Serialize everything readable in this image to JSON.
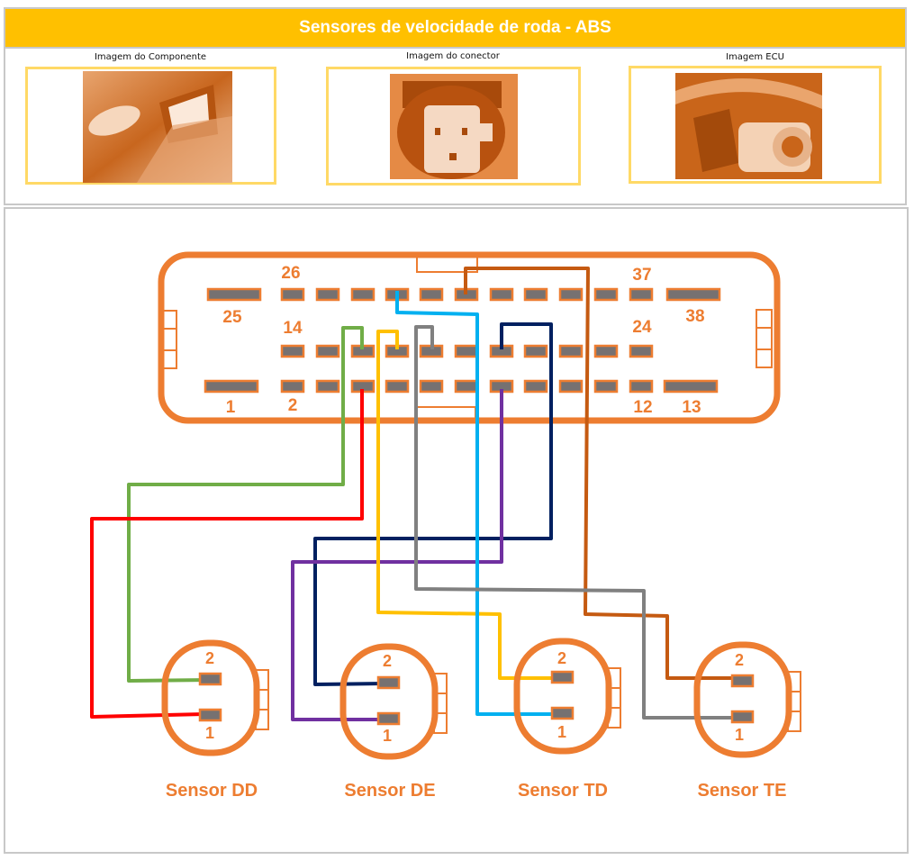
{
  "header": {
    "title": "Sensores de velocidade de roda - ABS"
  },
  "images": [
    {
      "label": "Imagem do Componente",
      "icon": "wheel-speed-sensor-photo"
    },
    {
      "label": "Imagem do conector",
      "icon": "connector-photo"
    },
    {
      "label": "Imagem ECU",
      "icon": "ecu-photo"
    }
  ],
  "colors": {
    "accent": "#ffc000",
    "outline": "#ed7d31",
    "pin": "#767171",
    "image_border": "#ffd966"
  },
  "ecu_connector": {
    "pin_labels": [
      "26",
      "37",
      "25",
      "38",
      "14",
      "24",
      "1",
      "2",
      "12",
      "13"
    ]
  },
  "sensors": [
    {
      "name": "Sensor DD",
      "pin2_label": "2",
      "pin1_label": "1"
    },
    {
      "name": "Sensor DE",
      "pin2_label": "2",
      "pin1_label": "1"
    },
    {
      "name": "Sensor TD",
      "pin2_label": "2",
      "pin1_label": "1"
    },
    {
      "name": "Sensor TE",
      "pin2_label": "2",
      "pin1_label": "1"
    }
  ],
  "wires": [
    {
      "sensor": "Sensor DD",
      "sensor_pin": "2",
      "ecu_pin": "16",
      "color": "#70ad47"
    },
    {
      "sensor": "Sensor DD",
      "sensor_pin": "1",
      "ecu_pin": "4",
      "color": "#ff0000"
    },
    {
      "sensor": "Sensor DE",
      "sensor_pin": "2",
      "ecu_pin": "20",
      "color": "#002060"
    },
    {
      "sensor": "Sensor DE",
      "sensor_pin": "1",
      "ecu_pin": "8",
      "color": "#7030a0"
    },
    {
      "sensor": "Sensor TD",
      "sensor_pin": "2",
      "ecu_pin": "17",
      "color": "#ffc000"
    },
    {
      "sensor": "Sensor TD",
      "sensor_pin": "1",
      "ecu_pin": "29",
      "color": "#00b0f0"
    },
    {
      "sensor": "Sensor TE",
      "sensor_pin": "2",
      "ecu_pin": "31",
      "color": "#c55a11"
    },
    {
      "sensor": "Sensor TE",
      "sensor_pin": "1",
      "ecu_pin": "18",
      "color": "#808080"
    }
  ]
}
